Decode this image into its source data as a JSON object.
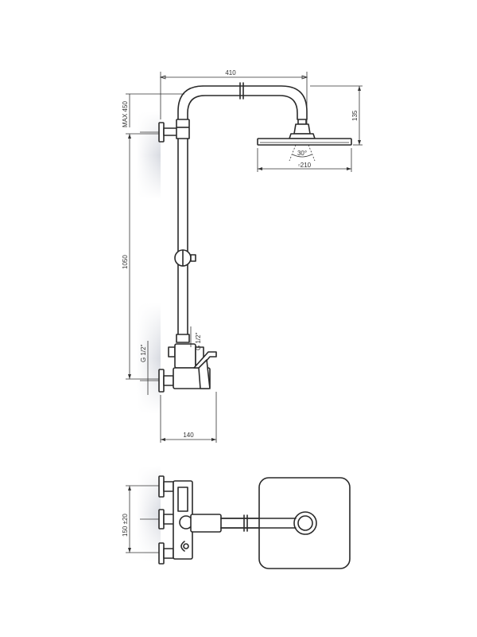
{
  "dimensions": {
    "width_410": "410",
    "height_135": "135",
    "max_450": "MAX 450",
    "angle_30": "30°",
    "head_210": "▫210",
    "height_1050": "1050",
    "thread_left": "G 1/2\"",
    "thread_right": "G 1/2\"",
    "depth_140": "140",
    "spacing_150": "150 ±20"
  },
  "colors": {
    "line": "#2a2a2a",
    "wall_shadow": "#d4d7de"
  }
}
